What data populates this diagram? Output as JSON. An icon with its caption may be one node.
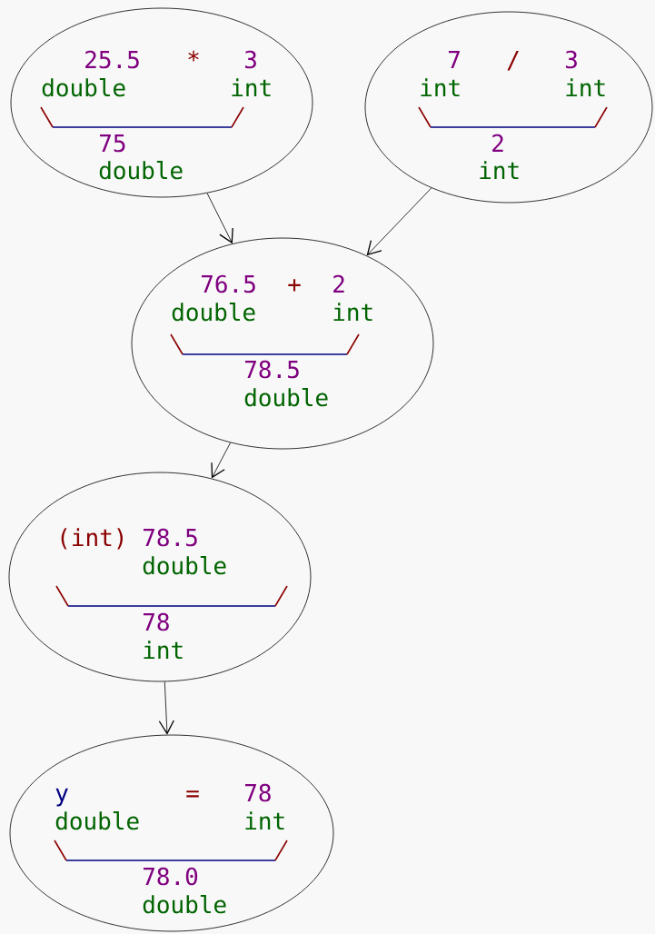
{
  "diagram": {
    "nodes": [
      {
        "text": [
          "25.5",
          "*",
          "3",
          "double",
          "int",
          "75",
          "double"
        ]
      },
      {
        "text": [
          "7",
          "/",
          "3",
          "int",
          "int",
          "2",
          "int"
        ]
      },
      {
        "text": [
          "76.5",
          "+",
          "2",
          "double",
          "int",
          "78.5",
          "double"
        ]
      },
      {
        "text": [
          "(int)",
          "78.5",
          "double",
          "78",
          "int"
        ]
      },
      {
        "text": [
          "y",
          "=",
          "78",
          "double",
          "int",
          "78.0",
          "double"
        ]
      }
    ],
    "edges": [
      {
        "from": 0,
        "to": 2,
        "arrow": "to"
      },
      {
        "from": 1,
        "to": 2,
        "arrow": "to"
      },
      {
        "from": 2,
        "to": 3,
        "arrow": "to"
      },
      {
        "from": 3,
        "to": 4,
        "arrow": "to"
      }
    ]
  }
}
